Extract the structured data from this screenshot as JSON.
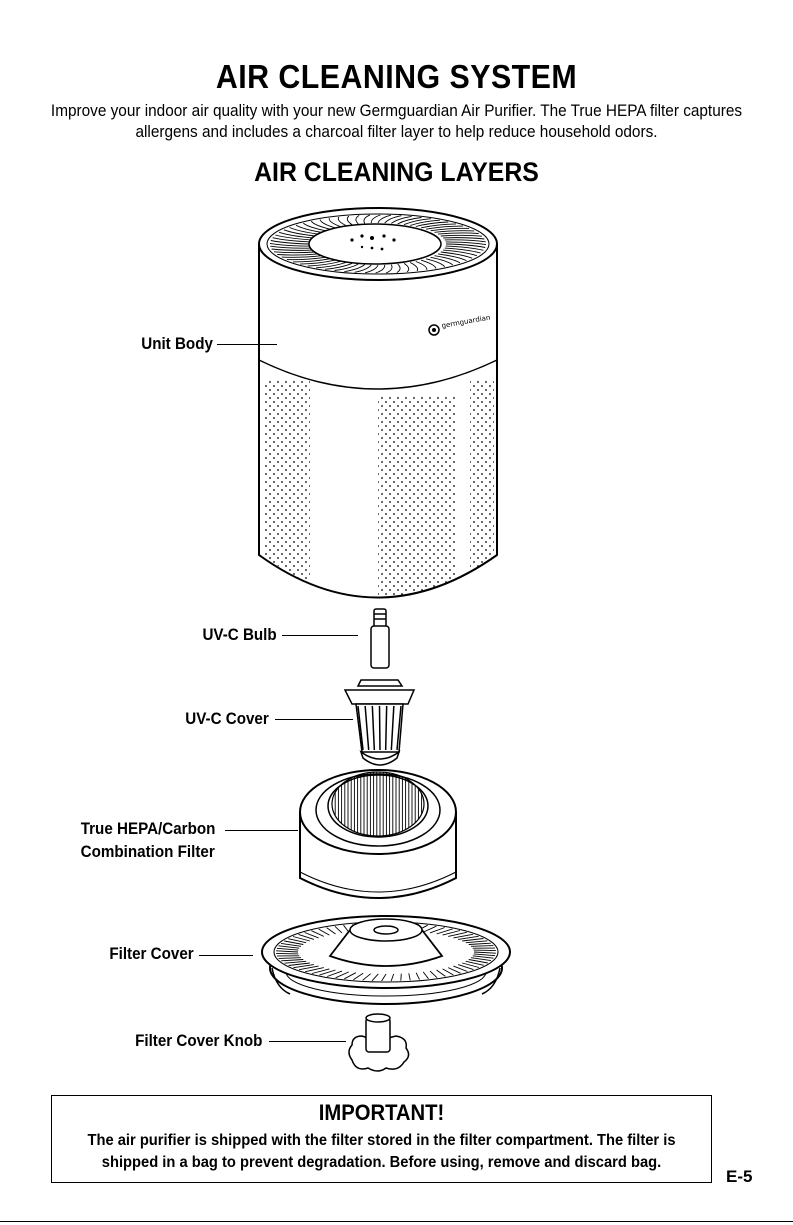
{
  "page": {
    "title": "AIR CLEANING SYSTEM",
    "intro": "Improve your indoor air quality with your new Germguardian Air Purifier. The True HEPA filter captures allergens and includes a charcoal filter layer to help reduce household odors.",
    "subtitle": "AIR CLEANING LAYERS",
    "page_number": "E-5"
  },
  "diagram": {
    "brand_mark": "germguardian",
    "labels": {
      "unit_body": "Unit Body",
      "uvc_bulb": "UV-C Bulb",
      "uvc_cover": "UV-C Cover",
      "filter_line1": "True HEPA/Carbon",
      "filter_line2": "Combination Filter",
      "filter_cover": "Filter Cover",
      "filter_cover_knob": "Filter Cover Knob"
    }
  },
  "important": {
    "heading": "IMPORTANT!",
    "text": "The air purifier is shipped with the filter stored in the filter compartment. The filter is shipped in a bag to prevent degradation. Before using, remove and discard bag."
  }
}
